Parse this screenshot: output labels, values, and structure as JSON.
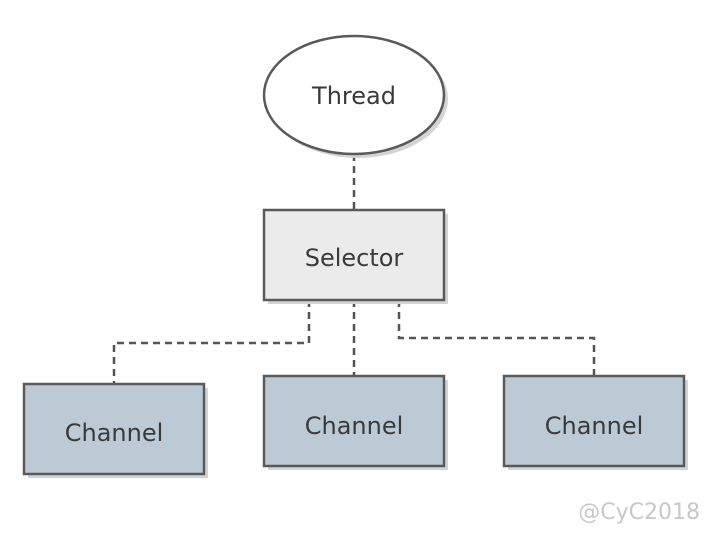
{
  "nodes": {
    "thread": {
      "label": "Thread"
    },
    "selector": {
      "label": "Selector"
    },
    "channels": [
      {
        "label": "Channel"
      },
      {
        "label": "Channel"
      },
      {
        "label": "Channel"
      }
    ]
  },
  "watermark": "@CyC2018",
  "colors": {
    "thread_fill": "#ffffff",
    "selector_fill": "#ebebeb",
    "channel_fill": "#bccad6",
    "outline": "#5a5a5a",
    "connector": "#555555"
  }
}
